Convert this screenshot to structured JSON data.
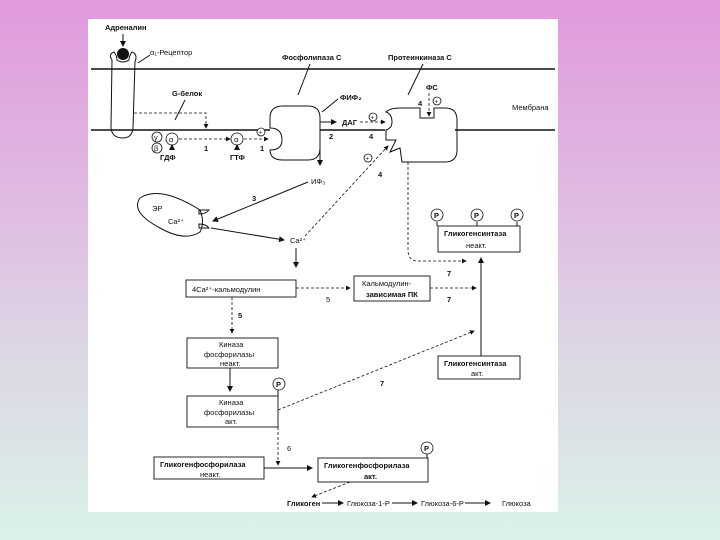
{
  "diagram": {
    "labels": {
      "adrenaline": "Адреналин",
      "receptor": "α₁-Рецептор",
      "g_protein": "G-белок",
      "phospholipase": "Фосфолипаза С",
      "protein_kinase": "Протеинкиназа С",
      "membrane": "Мембрана",
      "pip2": "ФИФ₂",
      "dag": "ДАГ",
      "ip3": "ИФ₃",
      "ps": "ФС",
      "gdp": "ГДФ",
      "gtp": "ГТФ",
      "er": "ЭР",
      "ca_er": "Ca²⁺",
      "ca_free": "Ca²⁺",
      "gamma": "γ",
      "beta": "β",
      "alpha": "α",
      "plus": "+",
      "phosphate": "P"
    },
    "boxes": {
      "calmodulin": "4Ca²⁺-кальмодулин",
      "cam_pk_line1": "Кальмодулин-",
      "cam_pk_line2": "зависимая ПК",
      "gs_inact_line1": "Гликогенсинтаза",
      "gs_inact_line2": "неакт.",
      "gs_act_line1": "Гликогенсинтаза",
      "gs_act_line2": "акт.",
      "phk_inact_line1": "Киназа",
      "phk_inact_line2": "фосфорилазы",
      "phk_inact_line3": "неакт.",
      "phk_act_line1": "Киназа",
      "phk_act_line2": "фосфорилазы",
      "phk_act_line3": "акт.",
      "gp_inact_line1": "Гликогенфосфорилаза",
      "gp_inact_line2": "неакт.",
      "gp_act_line1": "Гликогенфосфорилаза",
      "gp_act_line2": "акт."
    },
    "pathway": {
      "glycogen": "Гликоген",
      "g1p": "Глюкоза-1-P",
      "g6p": "Глюкоза-6-P",
      "glucose": "Глюкоза"
    },
    "steps": {
      "s1a": "1",
      "s1b": "1",
      "s2": "2",
      "s3": "3",
      "s4a": "4",
      "s4b": "4",
      "s4c": "4",
      "s5a": "5",
      "s5b": "5",
      "s6": "6",
      "s7a": "7",
      "s7b": "7",
      "s7c": "7"
    }
  }
}
